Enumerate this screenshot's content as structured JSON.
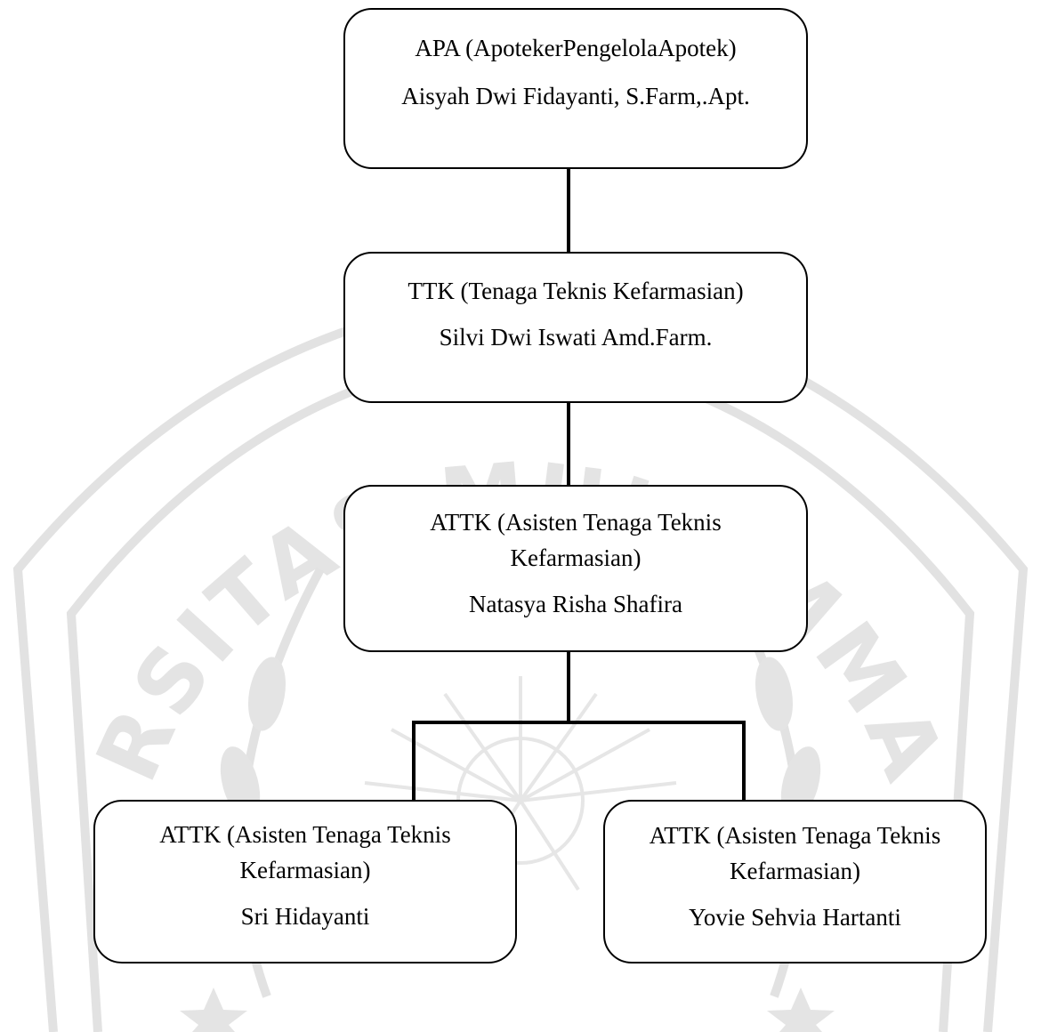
{
  "org_chart": {
    "nodes": {
      "apa": {
        "role": "APA (ApotekerPengelolaApotek)",
        "name": "Aisyah Dwi Fidayanti, S.Farm,.Apt."
      },
      "ttk": {
        "role": "TTK (Tenaga Teknis Kefarmasian)",
        "name": "Silvi Dwi Iswati Amd.Farm."
      },
      "attk_main": {
        "role": "ATTK (Asisten Tenaga Teknis Kefarmasian)",
        "name": "Natasya Risha Shafira"
      },
      "attk_left": {
        "role": "ATTK (Asisten Tenaga Teknis Kefarmasian)",
        "name": "Sri Hidayanti"
      },
      "attk_right": {
        "role": "ATTK (Asisten Tenaga Teknis Kefarmasian)",
        "name": "Yovie Sehvia Hartanti"
      }
    },
    "edges": [
      [
        "apa",
        "ttk"
      ],
      [
        "ttk",
        "attk_main"
      ],
      [
        "attk_main",
        "attk_left"
      ],
      [
        "attk_main",
        "attk_right"
      ]
    ]
  },
  "watermark": {
    "text": "UNIVERSITAS MUHAMMADIYAH",
    "color": "#dedede"
  },
  "colors": {
    "line": "#000000",
    "box_border": "#000000",
    "box_fill": "#ffffff"
  }
}
